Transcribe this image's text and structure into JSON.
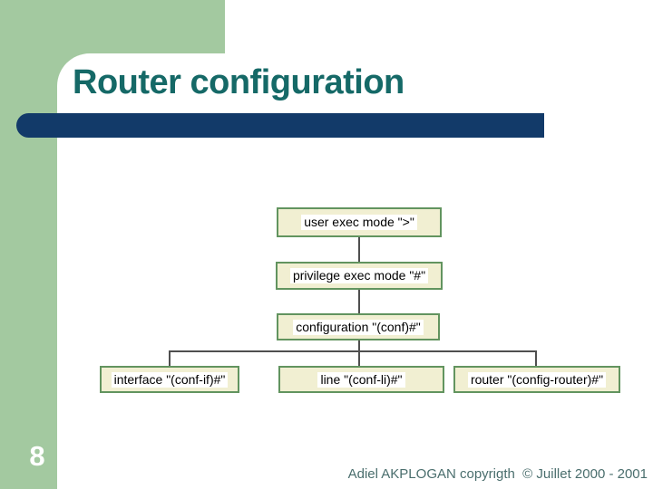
{
  "slide": {
    "title": "Router configuration",
    "page_number": "8",
    "footer": "Adiel AKPLOGAN copyrigth  © Juillet 2000 - 2001"
  },
  "diagram": {
    "nodes": [
      {
        "id": "user",
        "label": "user exec mode \">\""
      },
      {
        "id": "privilege",
        "label": "privilege exec mode \"#\""
      },
      {
        "id": "configuration",
        "label": "configuration \"(conf)#\""
      },
      {
        "id": "interface",
        "label": "interface \"(conf-if)#\""
      },
      {
        "id": "line",
        "label": "line \"(conf-li)#\""
      },
      {
        "id": "router",
        "label": "router \"(config-router)#\""
      }
    ]
  },
  "colors": {
    "green": "#a3c9a0",
    "navy": "#123a69",
    "teal": "#156967",
    "footer-teal": "#4a6e6d",
    "box-fill": "#f1efd2",
    "box-border": "#62945f",
    "connector": "#4f4f4f"
  }
}
